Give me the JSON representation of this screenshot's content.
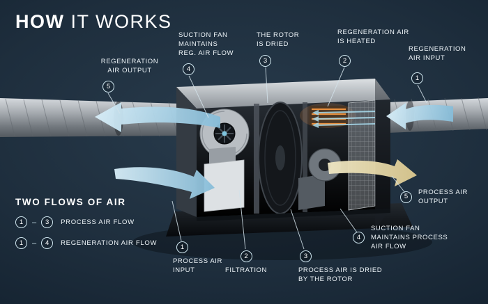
{
  "title": {
    "bold": "HOW",
    "rest": " IT WORKS"
  },
  "callouts": {
    "reg_air_output": {
      "number": "5",
      "label": "REGENERATION\nAIR OUTPUT"
    },
    "suction_fan_reg": {
      "number": "4",
      "label": "SUCTION FAN\nMAINTAINS\nREG. AIR FLOW"
    },
    "rotor_dried": {
      "number": "3",
      "label": "THE ROTOR\nIS DRIED"
    },
    "reg_air_heated": {
      "number": "2",
      "label": "REGENERATION AIR\nIS HEATED"
    },
    "reg_air_input": {
      "number": "1",
      "label": "REGENERATION\nAIR INPUT"
    },
    "process_air_output": {
      "number": "5",
      "label": "PROCESS AIR\nOUTPUT"
    },
    "suction_fan_process": {
      "number": "4",
      "label": "SUCTION FAN\nMAINTAINS PROCESS\nAIR FLOW"
    },
    "process_air_dried": {
      "number": "3",
      "label": "PROCESS AIR IS DRIED\nBY THE ROTOR"
    },
    "filtration": {
      "number": "2",
      "label": "FILTRATION"
    },
    "process_air_input": {
      "number": "1",
      "label": "PROCESS AIR\nINPUT"
    }
  },
  "legend": {
    "title": "TWO FLOWS OF AIR",
    "items": [
      {
        "start": "1",
        "separator": "–",
        "end": "3",
        "label": "PROCESS AIR FLOW"
      },
      {
        "start": "1",
        "separator": "–",
        "end": "4",
        "label": "REGENERATION AIR FLOW"
      }
    ]
  },
  "colors": {
    "background": "#1e2e3d",
    "text": "#ffffff",
    "circle_border": "#cfe6ef",
    "process_air_flow": "#9fcfe6",
    "process_air_output": "#e7dcae",
    "heater_glow": "#ef9440"
  }
}
